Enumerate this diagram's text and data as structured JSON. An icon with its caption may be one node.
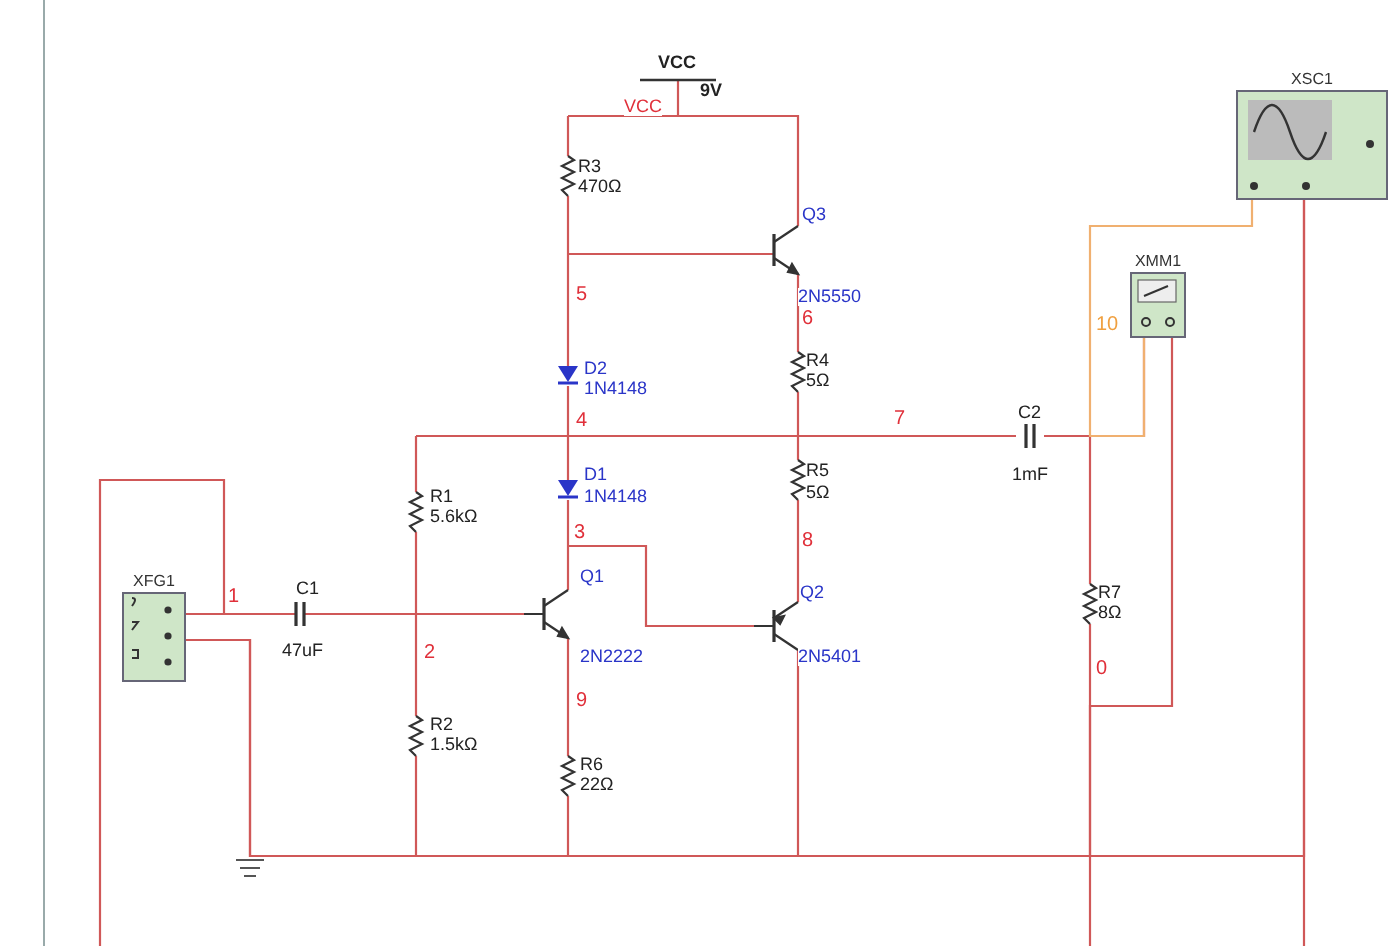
{
  "diagram": {
    "nodes": [
      {
        "text": [
          "XSC1"
        ]
      },
      {
        "text": [
          "XMM1"
        ]
      },
      {
        "text": [
          "XFG1"
        ]
      }
    ],
    "edges": [
      {
        "from": 0,
        "to": 1,
        "arrow": "none",
        "color": "#f0b070"
      },
      {
        "from": 2,
        "to": 0,
        "arrow": "none"
      },
      {
        "from": 2,
        "to": 1,
        "arrow": "none"
      }
    ],
    "labels": [
      "VCC",
      "9V",
      "VCC",
      "R3",
      "470Ω",
      "Q3",
      "5",
      "2N5550",
      "6",
      "10",
      "R4",
      "5Ω",
      "D2",
      "1N4148",
      "4",
      "7",
      "C2",
      "D1",
      "R5",
      "1mF",
      "R1",
      "1N4148",
      "5Ω",
      "5.6kΩ",
      "3",
      "8",
      "Q1",
      "1",
      "C1",
      "Q2",
      "R7",
      "8Ω",
      "47uF",
      "2",
      "2N2222",
      "2N5401",
      "0",
      "9",
      "R2",
      "1.5kΩ",
      "R6",
      "22Ω"
    ]
  }
}
